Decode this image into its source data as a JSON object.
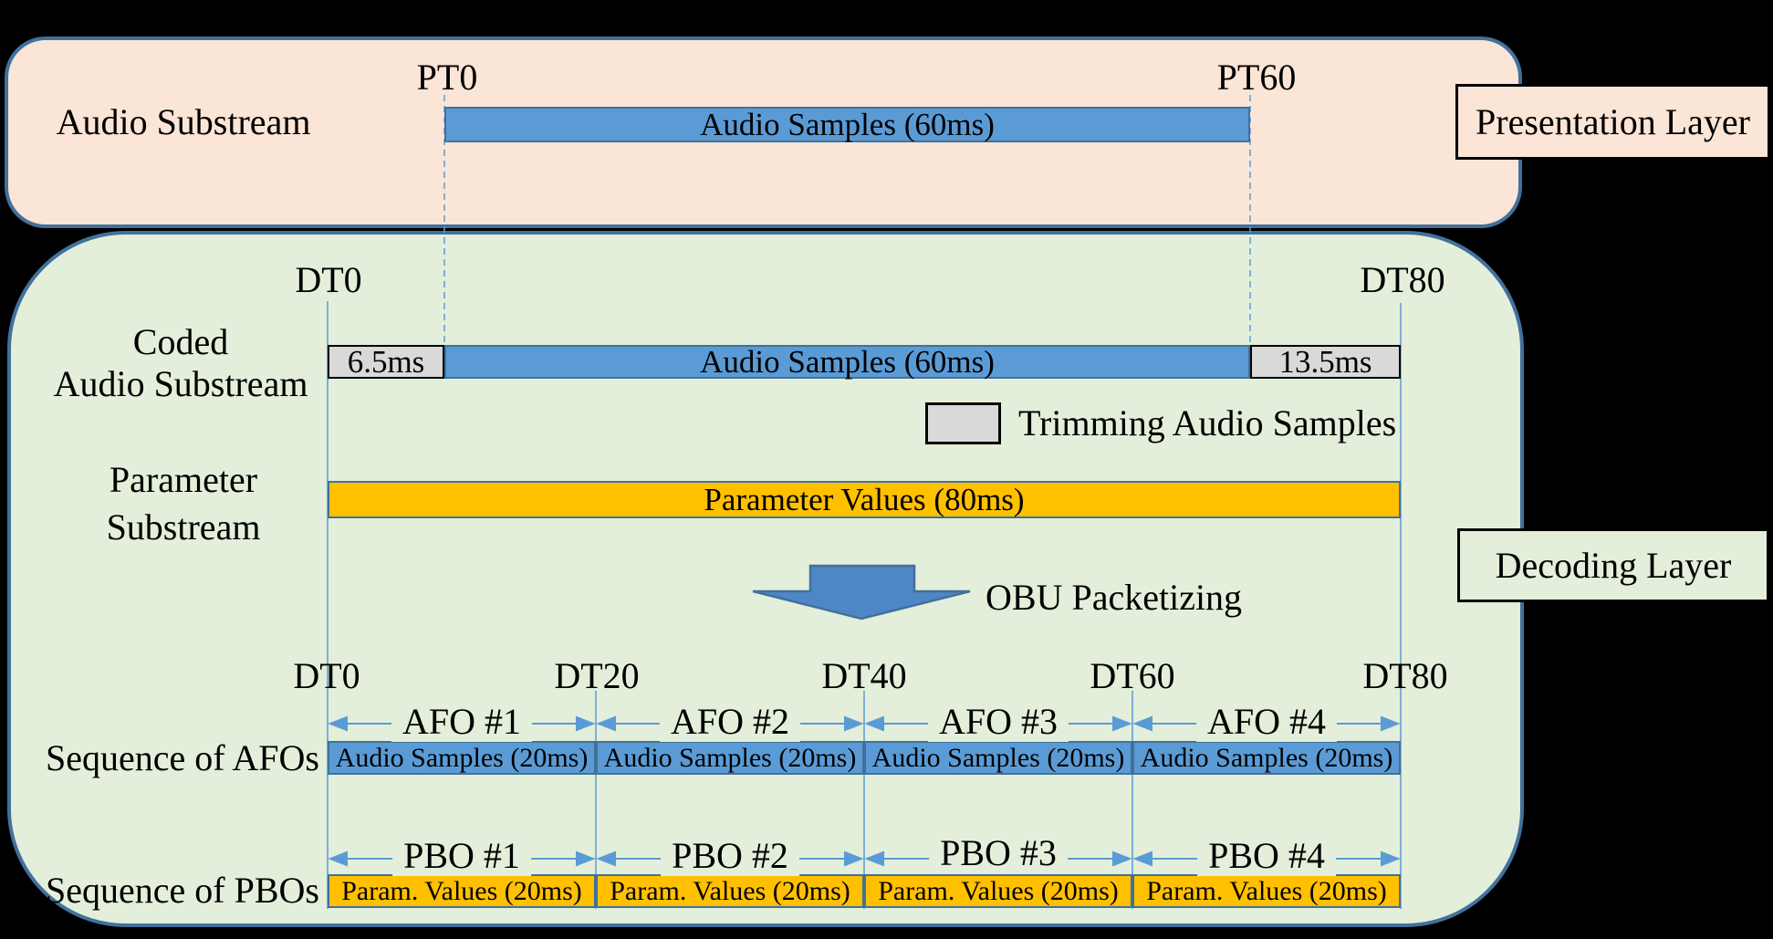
{
  "colors": {
    "background": "#000000",
    "presentation_fill": "#fbe5d6",
    "decoding_fill": "#e3efda",
    "audio_bar_fill": "#5b9bd5",
    "param_bar_fill": "#ffc000",
    "trim_fill": "#d9d9d9",
    "border_blue": "#41719c",
    "arrow_blue": "#4f86c6"
  },
  "presentation": {
    "region_label": "Presentation Layer",
    "row_label": "Audio Substream",
    "tick_start": "PT0",
    "tick_end": "PT60",
    "audio_bar": "Audio Samples (60ms)"
  },
  "decoding": {
    "region_label": "Decoding Layer",
    "tick_start": "DT0",
    "tick_end": "DT80",
    "coded_label_line1": "Coded",
    "coded_label_line2": "Audio Substream",
    "trim_lead": "6.5ms",
    "coded_bar": "Audio Samples (60ms)",
    "trim_trail": "13.5ms",
    "legend_label": "Trimming Audio Samples",
    "param_label_line1": "Parameter",
    "param_label_line2": "Substream",
    "param_bar": "Parameter Values (80ms)",
    "packetizing_label": "OBU Packetizing",
    "timeline_ticks": [
      "DT0",
      "DT20",
      "DT40",
      "DT60",
      "DT80"
    ],
    "afo_row_label": "Sequence of AFOs",
    "afo_spans": [
      "AFO #1",
      "AFO #2",
      "AFO #3",
      "AFO #4"
    ],
    "afo_bars": [
      "Audio Samples (20ms)",
      "Audio Samples (20ms)",
      "Audio Samples (20ms)",
      "Audio Samples (20ms)"
    ],
    "pbo_row_label": "Sequence of PBOs",
    "pbo_spans": [
      "PBO #1",
      "PBO #2",
      "PBO #3",
      "PBO #4"
    ],
    "pbo_bars": [
      "Param. Values (20ms)",
      "Param. Values (20ms)",
      "Param. Values (20ms)",
      "Param. Values (20ms)"
    ]
  }
}
